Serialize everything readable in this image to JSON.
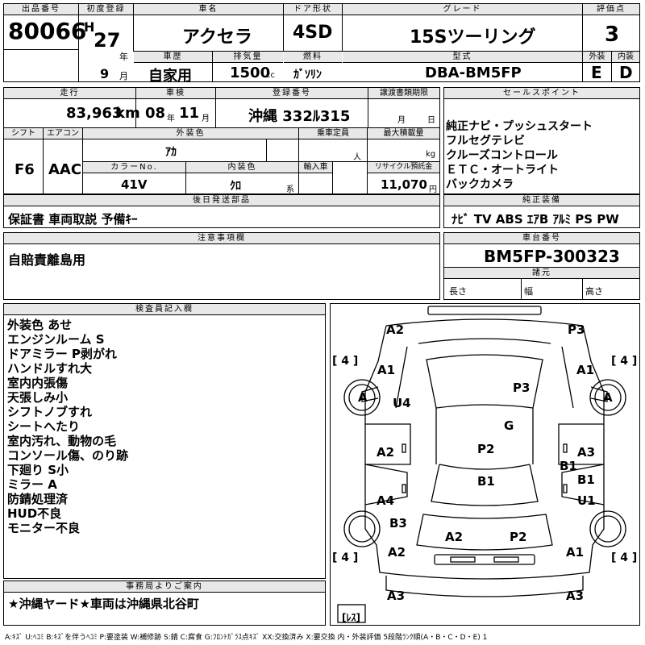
{
  "header": {
    "lot_label": "出品番号",
    "lot": "80066",
    "first_reg_label": "初度登録",
    "era": "H",
    "year": "27",
    "year_unit": "年",
    "month": "9",
    "month_unit": "月",
    "car_name_label": "車名",
    "car_name": "アクセラ",
    "door_label": "ドア形状",
    "door": "4SD",
    "grade_label": "グレード",
    "grade": "15Sツーリング",
    "score_label": "評価点",
    "score": "3",
    "history_label": "車歴",
    "history": "自家用",
    "displacement_label": "排気量",
    "displacement": "1500",
    "displacement_unit": "cc",
    "fuel_label": "燃料",
    "fuel": "ｶﾞｿﾘﾝ",
    "model_label": "型式",
    "model": "DBA-BM5FP",
    "exterior_label": "外装",
    "exterior": "E",
    "interior_label": "内装",
    "interior": "D"
  },
  "row2": {
    "mileage_label": "走行",
    "mileage": "83,963",
    "mileage_unit": "km",
    "inspection_label": "車検",
    "insp_year": "08",
    "insp_year_unit": "年",
    "insp_month": "11",
    "insp_month_unit": "月",
    "plate_label": "登録番号",
    "plate": "沖縄 332ﾙ315",
    "transfer_label": "譲渡書類期限",
    "transfer_month_unit": "月",
    "transfer_day_unit": "日",
    "shift_label": "シフト",
    "shift": "F6",
    "ac_label": "エアコン",
    "ac": "AAC",
    "color_label": "外装色",
    "color": "ｱｶ",
    "capacity_label": "乗車定員",
    "capacity_unit": "人",
    "load_label": "最大積載量",
    "load_unit": "kg",
    "color_no_label": "カラーNo.",
    "color_no": "41V",
    "int_color_label": "内装色",
    "int_color": "ｸﾛ",
    "int_color_unit": "系",
    "import_label": "輸入車",
    "recycle_label": "リサイクル預託金",
    "recycle": "11,070",
    "recycle_unit": "円"
  },
  "sales": {
    "label": "セールスポイント",
    "lines": [
      "純正ナビ・プッシュスタート",
      "フルセグテレビ",
      "クルーズコントロール",
      "ＥＴＣ・オートライト",
      "バックカメラ"
    ]
  },
  "later": {
    "label": "後日発送部品",
    "text": "保証書 車両取説 予備ｷｰ"
  },
  "equipment": {
    "label": "純正装備",
    "items": "ﾅﾋﾞ TV ABS ｴｱB ｱﾙﾐ PS PW"
  },
  "caution": {
    "label": "注意事項欄",
    "text": "自賠責離島用"
  },
  "chassis": {
    "label": "車台番号",
    "number": "BM5FP-300323",
    "specs_label": "諸元",
    "length": "長さ",
    "width": "幅",
    "height": "高さ"
  },
  "inspector": {
    "label": "検査員記入欄",
    "lines": [
      "外装色 あせ",
      "エンジンルーム S",
      "ドアミラー P剥がれ",
      "ハンドルすれ大",
      "室内内張傷",
      "天張しみ小",
      "シフトノブすれ",
      "シートへたり",
      "室内汚れ、動物の毛",
      "コンソール傷、のり跡",
      "下廻り S小",
      "ミラー A",
      "防錆処理済",
      "HUD不良",
      "モニター不良"
    ]
  },
  "diagram": {
    "labels": {
      "a2_top": "A2",
      "p3_top": "P3",
      "tire_fl": "[ 4 ]",
      "tire_fr": "[ 4 ]",
      "a1_l": "A1",
      "a1_r": "A1",
      "a_l": "A",
      "a_r": "A",
      "u4": "U4",
      "p3": "P3",
      "g": "G",
      "a2_l": "A2",
      "p2": "P2",
      "a3_r": "A3",
      "b1_r1": "B1",
      "b1": "B1",
      "b1_r2": "B1",
      "a4_l": "A4",
      "u1_r": "U1",
      "b3_l": "B3",
      "a2_bm": "A2",
      "p2_bm": "P2",
      "a2_bl": "A2",
      "a1_br": "A1",
      "tire_rl": "[ 4 ]",
      "tire_rr": "[ 4 ]",
      "a3_bl": "A3",
      "a3_br": "A3",
      "tire_spare": "[ﾚｽ]"
    }
  },
  "office": {
    "label": "事務局よりご案内",
    "text": "★沖縄ヤード★車両は沖縄県北谷町"
  },
  "legend": "A:ｷｽﾞ U:ﾍｺﾐ B:ｷｽﾞを伴うﾍｺﾐ P:要塗装 W:補修跡 S:錆 C:腐食 G:ﾌﾛﾝﾄｶﾞﾗｽ点ｷｽﾞ XX:交換済み X:要交換 内・外装評価 5段階ﾗﾝｸ順(A・B・C・D・E) 1"
}
